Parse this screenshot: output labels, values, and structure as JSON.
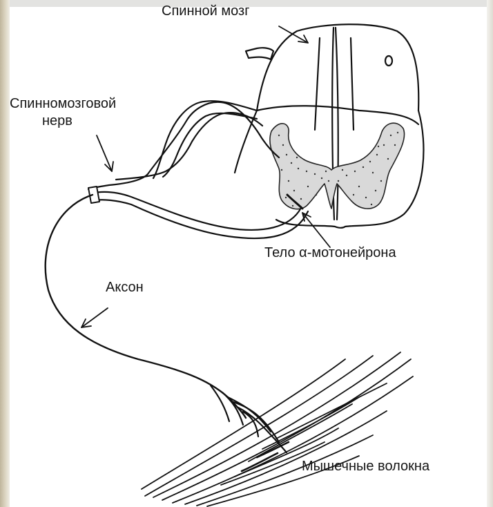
{
  "diagram": {
    "labels": {
      "spinal_cord": "Спинной мозг",
      "nerve_line1": "Спинномозговой",
      "nerve_line2": "нерв",
      "motoneuron_body": "Тело α-мотонейрона",
      "axon": "Аксон",
      "muscle_fibers": "Мышечные волокна"
    }
  }
}
